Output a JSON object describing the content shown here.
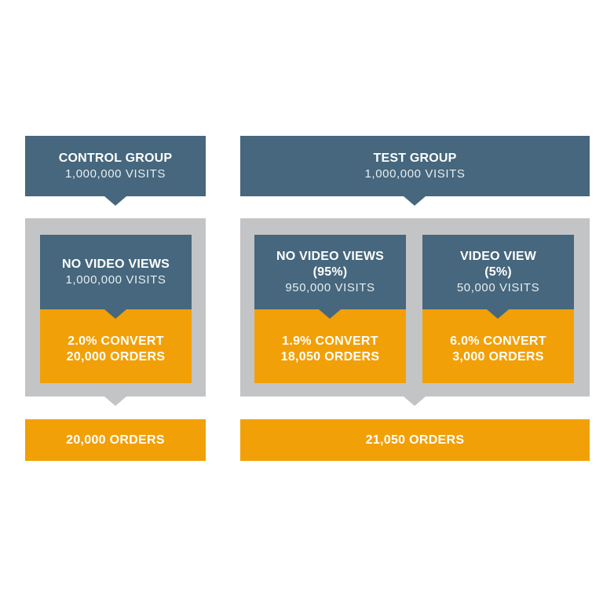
{
  "control": {
    "title": "CONTROL GROUP",
    "visits": "1,000,000 VISITS",
    "segment": {
      "title": "NO VIDEO VIEWS",
      "visits": "1,000,000 VISITS",
      "convert": "2.0% CONVERT",
      "orders": "20,000 ORDERS"
    },
    "total": "20,000 ORDERS"
  },
  "test": {
    "title": "TEST GROUP",
    "visits": "1,000,000 VISITS",
    "segments": [
      {
        "title": "NO VIDEO VIEWS",
        "share": "(95%)",
        "visits": "950,000 VISITS",
        "convert": "1.9% CONVERT",
        "orders": "18,050 ORDERS"
      },
      {
        "title": "VIDEO VIEW",
        "share": "(5%)",
        "visits": "50,000 VISITS",
        "convert": "6.0% CONVERT",
        "orders": "3,000 ORDERS"
      }
    ],
    "total": "21,050 ORDERS"
  },
  "colors": {
    "header_blue": "#46677d",
    "panel_gray": "#c3c4c6",
    "orange": "#f2a007"
  }
}
